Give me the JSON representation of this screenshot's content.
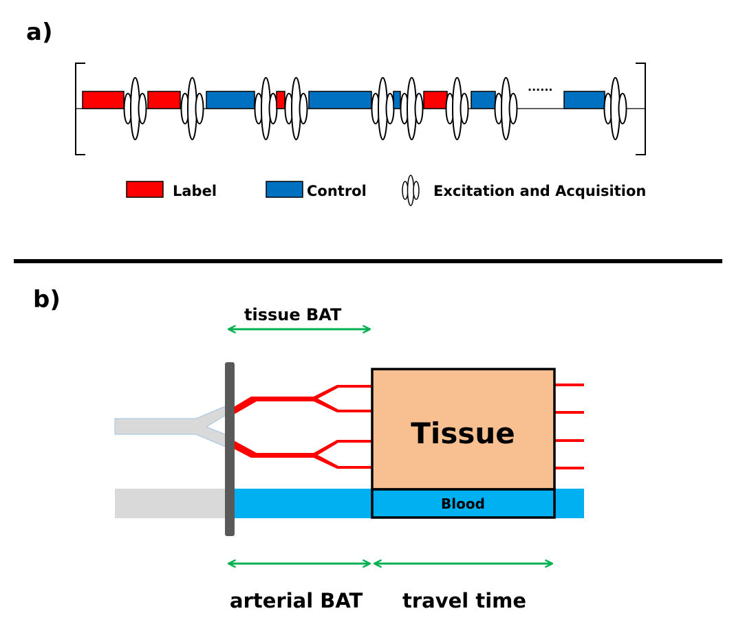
{
  "panel_a": {
    "label": "a)",
    "sequence": [
      {
        "type": "label"
      },
      {
        "type": "excitation"
      },
      {
        "type": "label"
      },
      {
        "type": "excitation"
      },
      {
        "type": "control"
      },
      {
        "type": "excitation"
      },
      {
        "type": "label"
      },
      {
        "type": "excitation"
      },
      {
        "type": "control"
      },
      {
        "type": "excitation"
      },
      {
        "type": "control"
      },
      {
        "type": "excitation"
      },
      {
        "type": "label"
      },
      {
        "type": "excitation"
      },
      {
        "type": "control"
      },
      {
        "type": "excitation"
      },
      {
        "type": "ellipsis",
        "text": "......"
      },
      {
        "type": "control"
      },
      {
        "type": "excitation"
      }
    ],
    "legend": {
      "label": "Label",
      "control": "Control",
      "excitation": "Excitation and Acquisition"
    },
    "colors": {
      "label": "#ff0000",
      "control": "#0070c0"
    }
  },
  "panel_b": {
    "label": "b)",
    "tissue_text": "Tissue",
    "blood_text": "Blood",
    "tissue_bat": "tissue BAT",
    "arterial_bat": "arterial BAT",
    "travel_time": "travel time",
    "colors": {
      "tissue": "#f8c090",
      "blood": "#00b0f0",
      "artery": "#ff0000",
      "arrow": "#00b050",
      "upstream": "#d9d9d9",
      "labeling_plane": "#595959"
    }
  }
}
